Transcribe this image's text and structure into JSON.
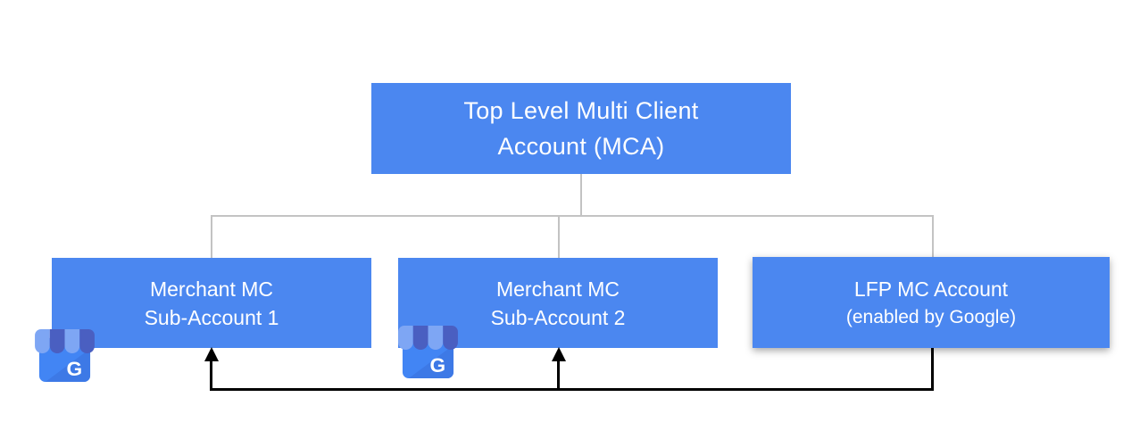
{
  "colors": {
    "canvas_bg": "#ffffff",
    "node_fill": "#4b87f0",
    "node_text": "#ffffff",
    "tree_line": "#c3c3c3",
    "arrow_line": "#000000",
    "gmb_body": "#4285f4",
    "gmb_body_shade": "#3d79e6",
    "gmb_awning_light": "#7ea6f4",
    "gmb_awning_dark": "#4a5fc1",
    "gmb_letter": "#ffffff"
  },
  "nodes": {
    "root": {
      "line1": "Top Level Multi Client",
      "line2": "Account (MCA)"
    },
    "sub1": {
      "line1": "Merchant MC",
      "line2": "Sub-Account 1"
    },
    "sub2": {
      "line1": "Merchant MC",
      "line2": "Sub-Account 2"
    },
    "lfp": {
      "line1": "LFP MC Account",
      "line2": "(enabled by Google)"
    }
  },
  "icons": {
    "gmb1": {
      "name": "google-business-profile-icon",
      "letter": "G"
    },
    "gmb2": {
      "name": "google-business-profile-icon",
      "letter": "G"
    }
  }
}
